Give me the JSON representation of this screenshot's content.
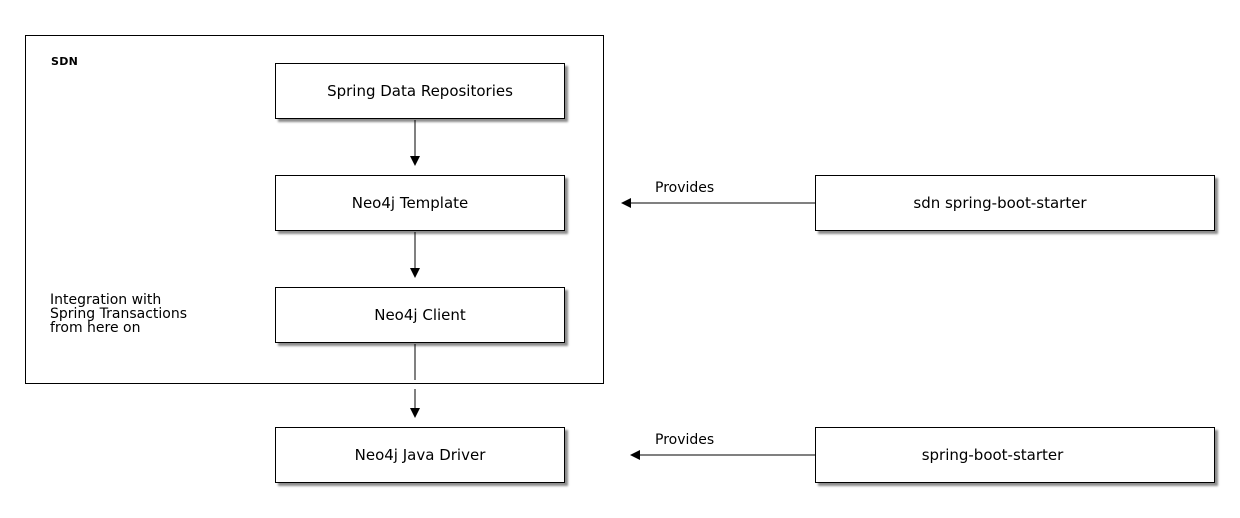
{
  "group": {
    "label": "SDN",
    "note_lines": [
      "Integration with",
      "Spring Transactions",
      "from here on"
    ]
  },
  "nodes": {
    "spring_data_repositories": "Spring Data Repositories",
    "neo4j_template": "Neo4j Template",
    "neo4j_client": "Neo4j Client",
    "neo4j_java_driver": "Neo4j Java Driver",
    "sdn_starter": "sdn spring-boot-starter",
    "spring_boot_starter": "spring-boot-starter"
  },
  "edges": {
    "provides_upper": "Provides",
    "provides_lower": "Provides"
  }
}
